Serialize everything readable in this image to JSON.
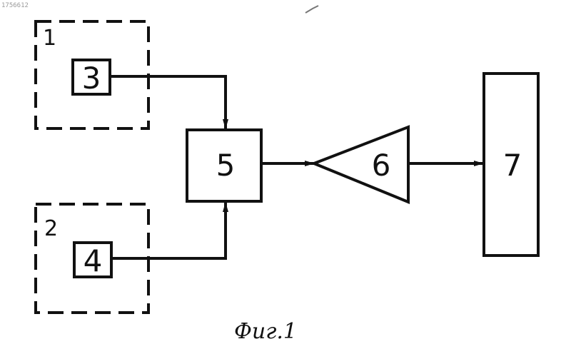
{
  "diagram": {
    "corner_stamp": "1756612",
    "group_top_label": "1",
    "group_bottom_label": "2",
    "block3_label": "3",
    "block4_label": "4",
    "block5_label": "5",
    "amplifier_label": "6",
    "block7_label": "7",
    "caption": "Фиг.1"
  }
}
